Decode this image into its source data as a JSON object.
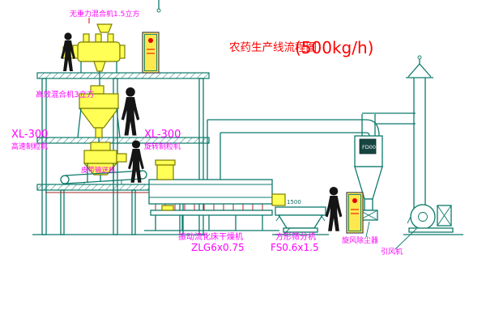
{
  "title": {
    "name": "农药生产线流程图",
    "capacity": "(500kg/h)"
  },
  "equipment_labels": {
    "gravity_mixer": "无重力混合机1.5立方",
    "high_eff_mixer": "高效混合机3立方",
    "granulator_left_model": "XL-300",
    "granulator_left_name": "高速制粒机",
    "granulator_mid_model": "XL-300",
    "granulator_mid_name": "旋转制粒机",
    "belt_conveyor": "皮带输送机",
    "dryer_name": "振动流化床干燥机",
    "dryer_model": "ZLG6x0.75",
    "sieve_name": "方形筛分机",
    "sieve_model": "FS0.6x1.5",
    "cyclone": "旋风除尘器",
    "fan": "引风机"
  },
  "annotations": {
    "sieve_width": "1500",
    "cyclone_tag": "FD00"
  },
  "colors": {
    "structure_line": "#0c7a6c",
    "machine_fill": "#ffff55",
    "machine_stroke": "#7d7d00",
    "label_magenta": "#ff00ff",
    "title_red": "#ff0000",
    "accent_dark_red": "#a52a2a",
    "background": "#ffffff"
  }
}
